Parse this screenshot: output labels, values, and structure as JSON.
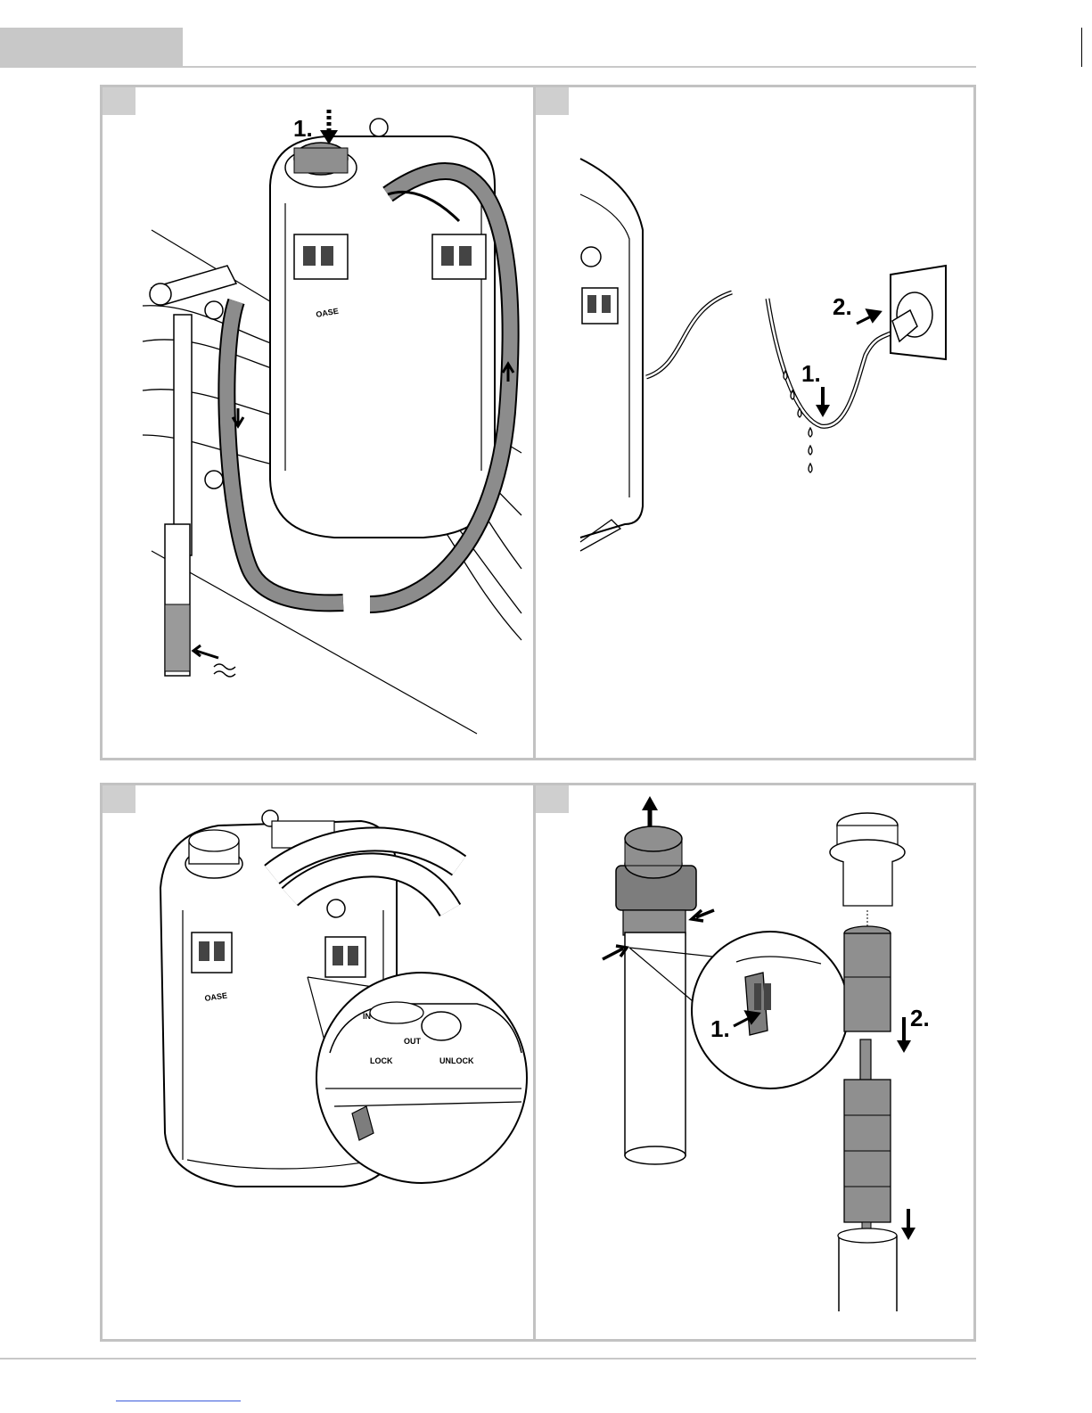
{
  "panels": [
    {
      "id": "panel-1",
      "steps": [
        "1."
      ]
    },
    {
      "id": "panel-2",
      "steps": [
        "1.",
        "2."
      ]
    },
    {
      "id": "panel-3",
      "labels": [
        "IN",
        "OUT",
        "LOCK",
        "UNLOCK"
      ]
    },
    {
      "id": "panel-4",
      "steps": [
        "1.",
        "2."
      ]
    }
  ],
  "colors": {
    "frame": "#c2c2c2",
    "hose": "#8c8c8c",
    "cap": "#8f8f8f",
    "header": "#c8c8c8"
  }
}
